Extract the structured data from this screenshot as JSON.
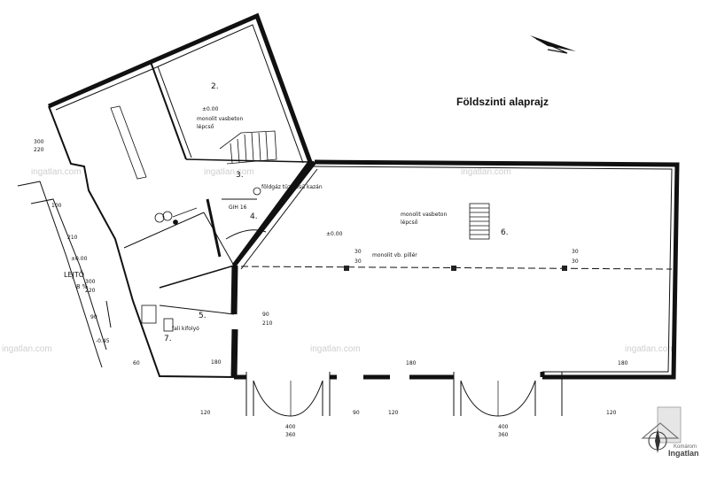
{
  "title": "Földszinti alaprajz",
  "rooms": [
    {
      "id": "r2",
      "label": "2."
    },
    {
      "id": "r3",
      "label": "3."
    },
    {
      "id": "r4",
      "label": "4."
    },
    {
      "id": "r5",
      "label": "5."
    },
    {
      "id": "r6",
      "label": "6."
    },
    {
      "id": "r7",
      "label": "7."
    }
  ],
  "annotations": {
    "stair_top": "monolit vasbeton lépcső",
    "stair_top_line1": "monolit vasbeton",
    "stair_top_line2": "lépcső",
    "stair_right_line1": "monolit vasbeton",
    "stair_right_line2": "lépcső",
    "boiler": "földgáz tüzelésű kazán",
    "gih": "GIH 16",
    "pillar": "monolit vb. pillér",
    "wall_tap": "fali kifolyó",
    "ramp": "LEJTŐ",
    "ramp_slope": "8 %",
    "level_a": "±0.00",
    "level_b": "±0.00",
    "level_c": "±0.00",
    "level_d": "-0.45"
  },
  "dimensions": {
    "d1": "300",
    "d2": "220",
    "d3": "100",
    "d4": "210",
    "d5": "300",
    "d6": "220",
    "d7": "30",
    "d8": "30",
    "d9": "30",
    "d10": "30",
    "d11": "90",
    "d12": "210",
    "d13": "180",
    "d14": "180",
    "d15": "180",
    "d16": "120",
    "d17": "90",
    "d18": "120",
    "d19": "400",
    "d20": "360",
    "d21": "400",
    "d22": "360",
    "d23": "120",
    "d24": "60",
    "d25": "90"
  },
  "watermark": "ingatlan.com",
  "logo_text": "Ingatlan",
  "logo_sub": "Komárom"
}
